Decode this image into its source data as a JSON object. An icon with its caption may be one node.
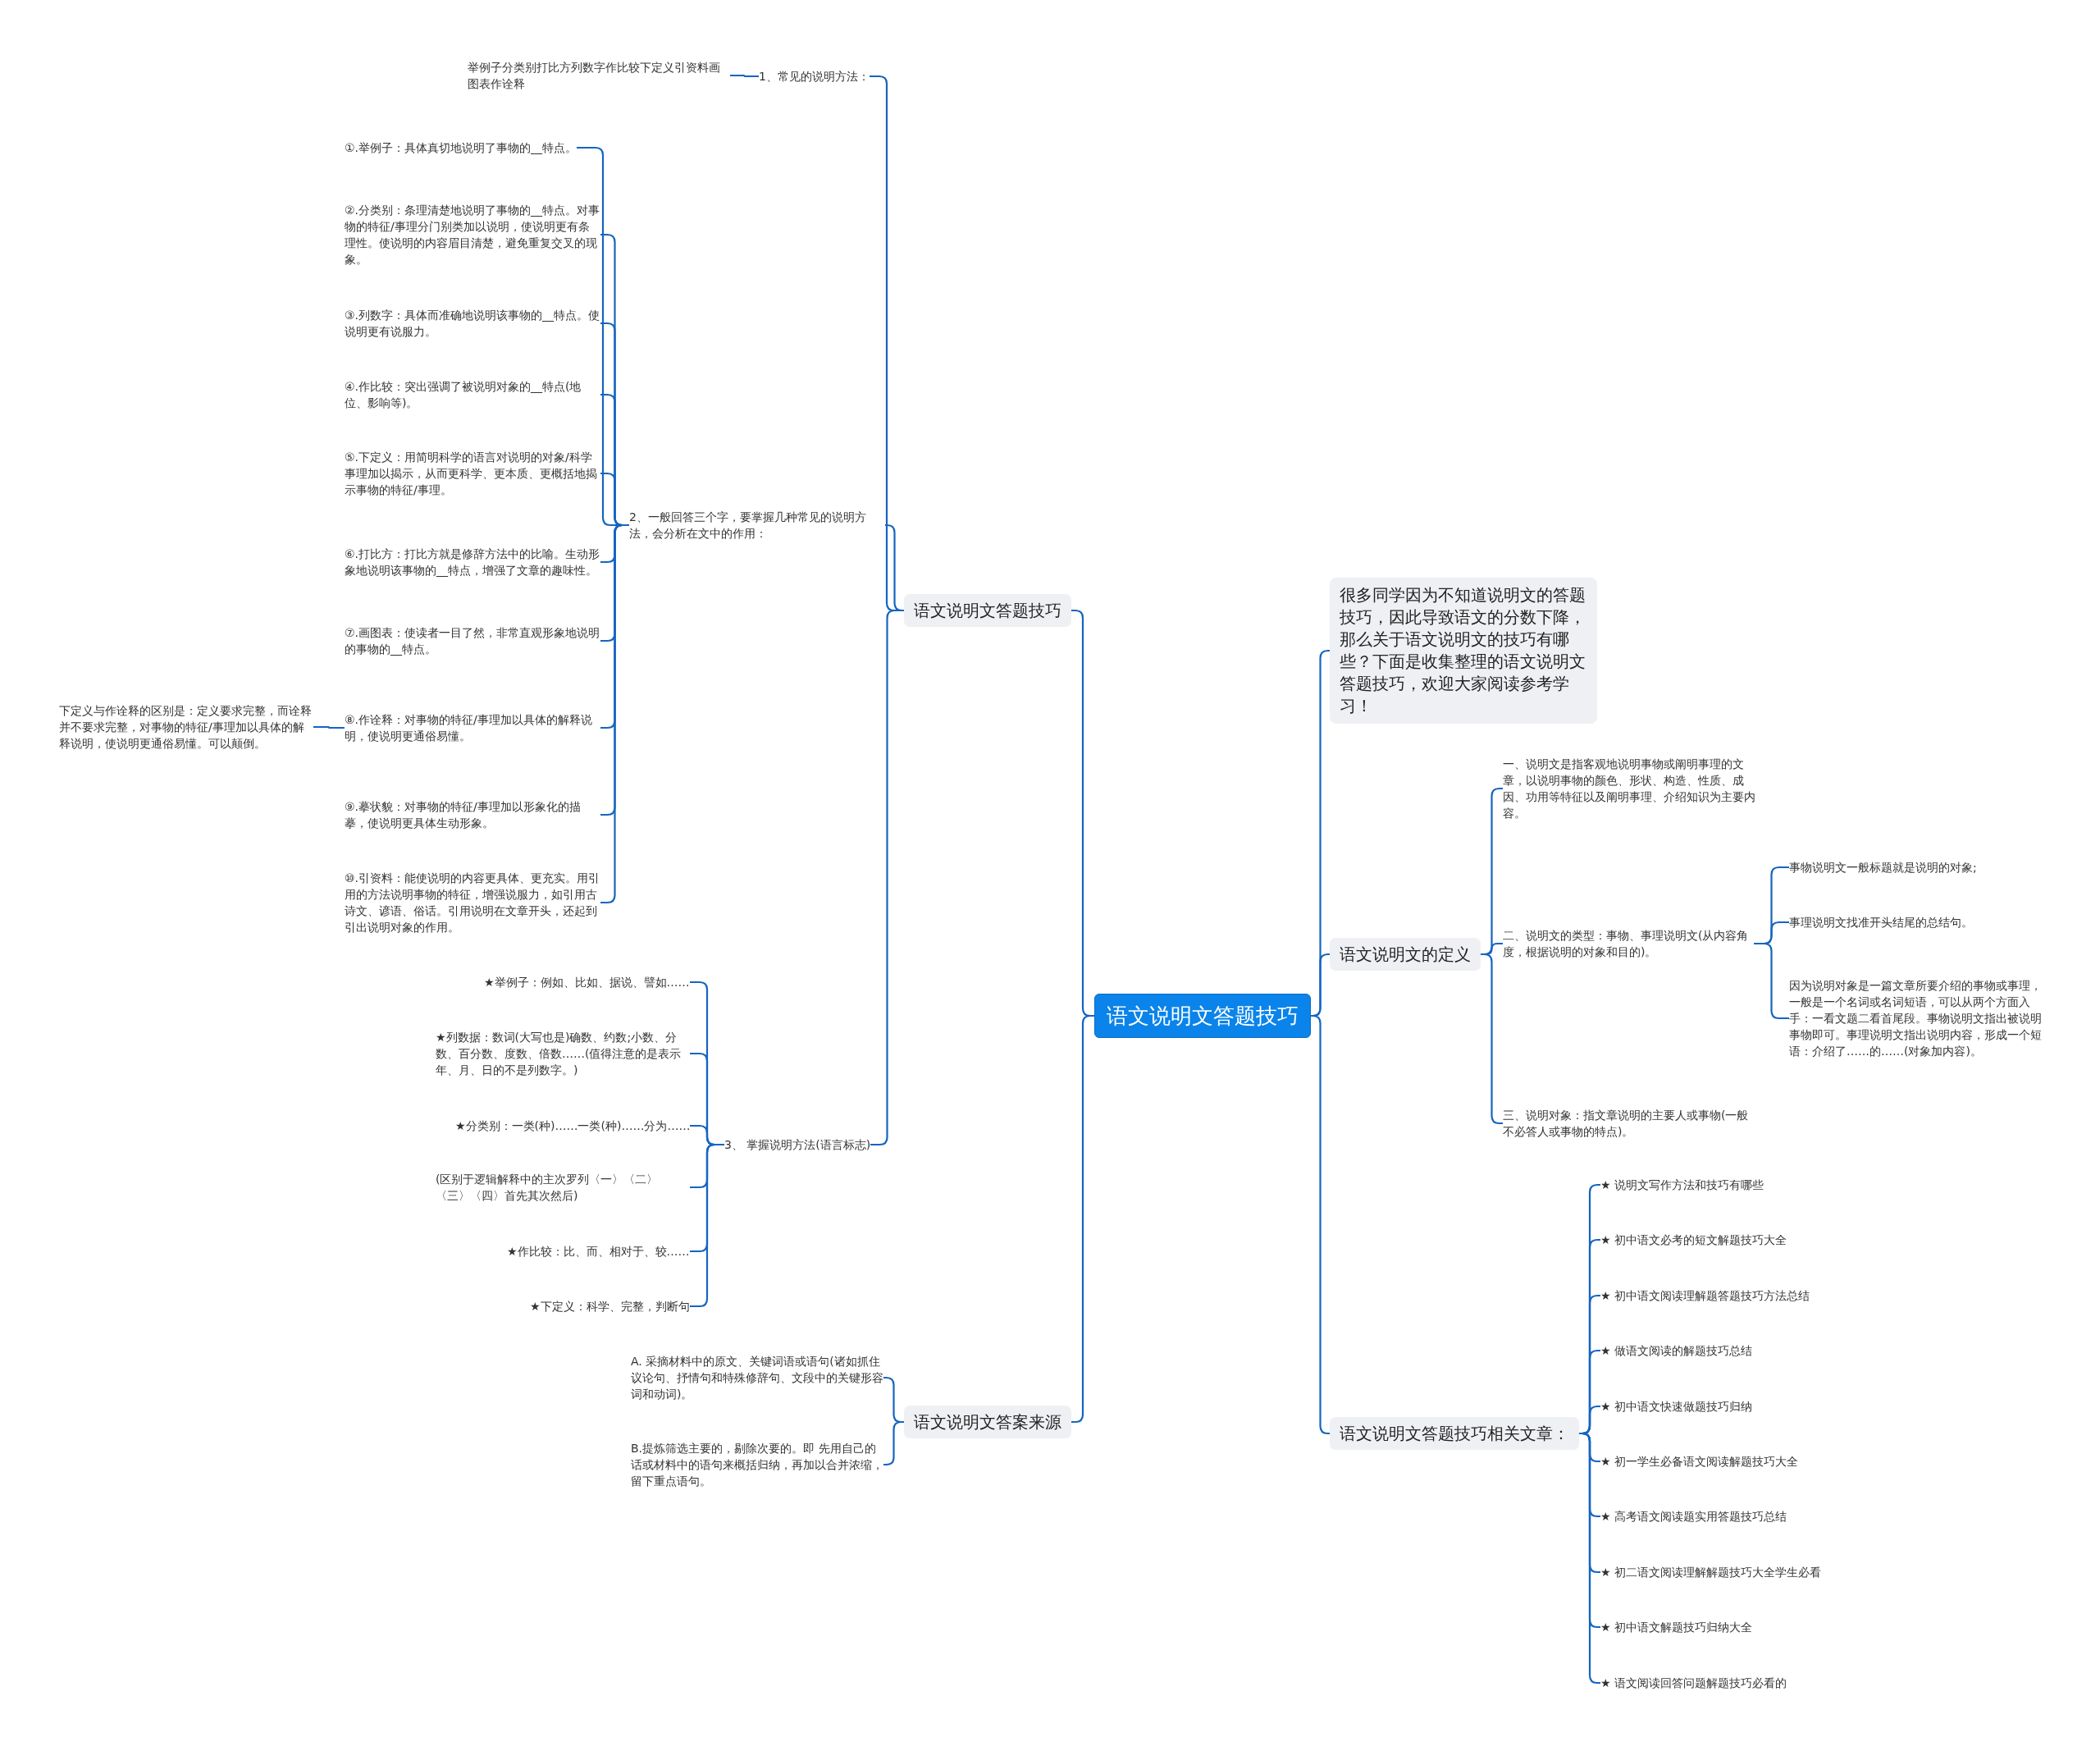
{
  "diagram": {
    "nodes": [
      {
        "text": [
          "语文说明文答题技巧"
        ]
      },
      {
        "text": [
          "语文说明文答题技巧"
        ]
      },
      {
        "text": [
          "1、常见的说明方法："
        ]
      },
      {
        "text": [
          "举例子分类别打比方列数字作比较下定义引资料画图表作诠释"
        ]
      },
      {
        "text": [
          "2、一般回答三个字，要掌握几种常见的说明方法，会分析在文中的作用："
        ]
      },
      {
        "text": [
          "①.举例子：具体真切地说明了事物的__特点。"
        ]
      },
      {
        "text": [
          "②.分类别：条理清楚地说明了事物的__特点。对事物的特征/事理分门别类加以说明，使说明更有条理性。使说明的内容眉目清楚，避免重复交叉的现象。"
        ]
      },
      {
        "text": [
          "③.列数字：具体而准确地说明该事物的__特点。使说明更有说服力。"
        ]
      },
      {
        "text": [
          "④.作比较：突出强调了被说明对象的__特点(地位、影响等)。"
        ]
      },
      {
        "text": [
          "⑤.下定义：用简明科学的语言对说明的对象/科学事理加以揭示，从而更科学、更本质、更概括地揭示事物的特征/事理。"
        ]
      },
      {
        "text": [
          "⑥.打比方：打比方就是修辞方法中的比喻。生动形象地说明该事物的__特点，增强了文章的趣味性。"
        ]
      },
      {
        "text": [
          "⑦.画图表：使读者一目了然，非常直观形象地说明的事物的__特点。"
        ]
      },
      {
        "text": [
          "⑧.作诠释：对事物的特征/事理加以具体的解释说明，使说明更通俗易懂。"
        ]
      },
      {
        "text": [
          "⑨.摹状貌：对事物的特征/事理加以形象化的描摹，使说明更具体生动形象。"
        ]
      },
      {
        "text": [
          "⑩.引资料：能使说明的内容更具体、更充实。用引用的方法说明事物的特征，增强说服力，如引用古诗文、谚语、俗话。引用说明在文章开头，还起到引出说明对象的作用。"
        ]
      },
      {
        "text": [
          "下定义与作诠释的区别是：定义要求完整，而诠释并不要求完整，对事物的特征/事理加以具体的解释说明，使说明更通俗易懂。可以颠倒。"
        ]
      },
      {
        "text": [
          "3、 掌握说明方法(语言标志)"
        ]
      },
      {
        "text": [
          "★举例子：例如、比如、据说、譬如……"
        ]
      },
      {
        "text": [
          "★列数据：数词(大写也是)确数、约数;小数、分数、百分数、度数、倍数……(值得注意的是表示年、月、日的不是列数字。)"
        ]
      },
      {
        "text": [
          "★分类别：一类(种)……一类(种)……分为……"
        ]
      },
      {
        "text": [
          "(区别于逻辑解释中的主次罗列〈一〉〈二〉〈三〉〈四〉首先其次然后)"
        ]
      },
      {
        "text": [
          "★作比较：比、而、相对于、较……"
        ]
      },
      {
        "text": [
          "★下定义：科学、完整，判断句"
        ]
      },
      {
        "text": [
          "语文说明文答案来源"
        ]
      },
      {
        "text": [
          "A. 采摘材料中的原文、关键词语或语句(诸如抓住议论句、抒情句和特殊修辞句、文段中的关键形容词和动词)。"
        ]
      },
      {
        "text": [
          "B.提炼筛选主要的，剔除次要的。即 先用自己的话或材料中的语句来概括归纳，再加以合并浓缩，留下重点语句。"
        ]
      },
      {
        "text": [
          "很多同学因为不知道说明文的答题技巧，因此导致语文的分数下降，那么关于语文说明文的技巧有哪些？下面是收集整理的语文说明文答题技巧，欢迎大家阅读参考学习！"
        ]
      },
      {
        "text": [
          "语文说明文的定义"
        ]
      },
      {
        "text": [
          "一、说明文是指客观地说明事物或阐明事理的文章，以说明事物的颜色、形状、构造、性质、成因、功用等特征以及阐明事理、介绍知识为主要内容。"
        ]
      },
      {
        "text": [
          "二、说明文的类型：事物、事理说明文(从内容角度，根据说明的对象和目的)。"
        ]
      },
      {
        "text": [
          "事物说明文一般标题就是说明的对象;"
        ]
      },
      {
        "text": [
          "事理说明文找准开头结尾的总结句。"
        ]
      },
      {
        "text": [
          "因为说明对象是一篇文章所要介绍的事物或事理，一般是一个名词或名词短语，可以从两个方面入手：一看文题二看首尾段。事物说明文指出被说明事物即可。事理说明文指出说明内容，形成一个短语：介绍了……的……(对象加内容)。"
        ]
      },
      {
        "text": [
          "三、说明对象：指文章说明的主要人或事物(一般不必答人或事物的特点)。"
        ]
      },
      {
        "text": [
          "语文说明文答题技巧相关文章："
        ]
      },
      {
        "text": [
          "★ 说明文写作方法和技巧有哪些"
        ]
      },
      {
        "text": [
          "★ 初中语文必考的短文解题技巧大全"
        ]
      },
      {
        "text": [
          "★ 初中语文阅读理解题答题技巧方法总结"
        ]
      },
      {
        "text": [
          "★ 做语文阅读的解题技巧总结"
        ]
      },
      {
        "text": [
          "★ 初中语文快速做题技巧归纳"
        ]
      },
      {
        "text": [
          "★ 初一学生必备语文阅读解题技巧大全"
        ]
      },
      {
        "text": [
          "★ 高考语文阅读题实用答题技巧总结"
        ]
      },
      {
        "text": [
          "★ 初二语文阅读理解解题技巧大全学生必看"
        ]
      },
      {
        "text": [
          "★ 初中语文解题技巧归纳大全"
        ]
      },
      {
        "text": [
          "★ 语文阅读回答问题解题技巧必看的"
        ]
      }
    ],
    "edges": [
      {
        "from": 0,
        "to": 1,
        "arrow": "none"
      },
      {
        "from": 1,
        "to": 2,
        "arrow": "none"
      },
      {
        "from": 2,
        "to": 3,
        "arrow": "none"
      },
      {
        "from": 1,
        "to": 4,
        "arrow": "none"
      },
      {
        "from": 4,
        "to": 5,
        "arrow": "none"
      },
      {
        "from": 4,
        "to": 6,
        "arrow": "none"
      },
      {
        "from": 4,
        "to": 7,
        "arrow": "none"
      },
      {
        "from": 4,
        "to": 8,
        "arrow": "none"
      },
      {
        "from": 4,
        "to": 9,
        "arrow": "none"
      },
      {
        "from": 4,
        "to": 10,
        "arrow": "none"
      },
      {
        "from": 4,
        "to": 11,
        "arrow": "none"
      },
      {
        "from": 4,
        "to": 12,
        "arrow": "none"
      },
      {
        "from": 4,
        "to": 13,
        "arrow": "none"
      },
      {
        "from": 4,
        "to": 14,
        "arrow": "none"
      },
      {
        "from": 12,
        "to": 15,
        "arrow": "none"
      },
      {
        "from": 1,
        "to": 16,
        "arrow": "none"
      },
      {
        "from": 16,
        "to": 17,
        "arrow": "none"
      },
      {
        "from": 16,
        "to": 18,
        "arrow": "none"
      },
      {
        "from": 16,
        "to": 19,
        "arrow": "none"
      },
      {
        "from": 16,
        "to": 20,
        "arrow": "none"
      },
      {
        "from": 16,
        "to": 21,
        "arrow": "none"
      },
      {
        "from": 16,
        "to": 22,
        "arrow": "none"
      },
      {
        "from": 0,
        "to": 23,
        "arrow": "none"
      },
      {
        "from": 23,
        "to": 24,
        "arrow": "none"
      },
      {
        "from": 23,
        "to": 25,
        "arrow": "none"
      },
      {
        "from": 0,
        "to": 26,
        "arrow": "none"
      },
      {
        "from": 0,
        "to": 27,
        "arrow": "none"
      },
      {
        "from": 27,
        "to": 28,
        "arrow": "none"
      },
      {
        "from": 27,
        "to": 29,
        "arrow": "none"
      },
      {
        "from": 29,
        "to": 30,
        "arrow": "none"
      },
      {
        "from": 29,
        "to": 31,
        "arrow": "none"
      },
      {
        "from": 29,
        "to": 32,
        "arrow": "none"
      },
      {
        "from": 27,
        "to": 33,
        "arrow": "none"
      },
      {
        "from": 0,
        "to": 34,
        "arrow": "none"
      },
      {
        "from": 34,
        "to": 35,
        "arrow": "none"
      },
      {
        "from": 34,
        "to": 36,
        "arrow": "none"
      },
      {
        "from": 34,
        "to": 37,
        "arrow": "none"
      },
      {
        "from": 34,
        "to": 38,
        "arrow": "none"
      },
      {
        "from": 34,
        "to": 39,
        "arrow": "none"
      },
      {
        "from": 34,
        "to": 40,
        "arrow": "none"
      },
      {
        "from": 34,
        "to": 41,
        "arrow": "none"
      },
      {
        "from": 34,
        "to": 42,
        "arrow": "none"
      },
      {
        "from": 34,
        "to": 43,
        "arrow": "none"
      },
      {
        "from": 34,
        "to": 44,
        "arrow": "none"
      }
    ]
  }
}
